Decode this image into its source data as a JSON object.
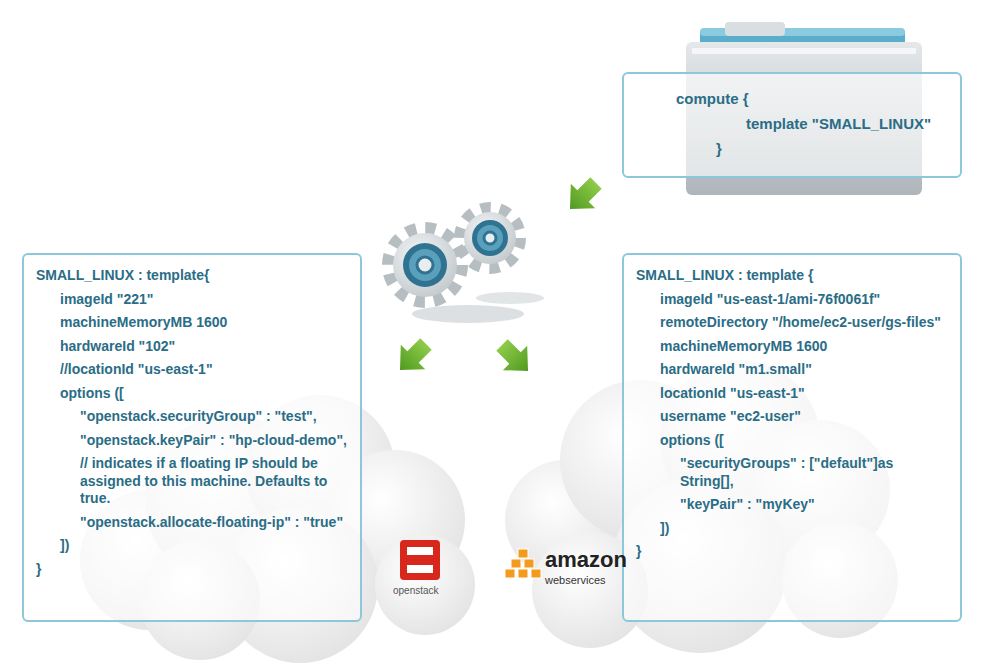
{
  "diagram": {
    "nodes": [
      {
        "text": [
          "compute {",
          "template \"SMALL_LINUX\"",
          "}"
        ]
      },
      {
        "text": [
          "SMALL_LINUX : template{",
          "imageId \"221\"",
          "machineMemoryMB 1600",
          "hardwareId \"102\"",
          "//locationId \"us-east-1\"",
          "options ([",
          "\"openstack.securityGroup\" : \"test\",",
          "\"openstack.keyPair\" : \"hp-cloud-demo\",",
          "// indicates if a floating IP should be assigned to this machine. Defaults to true.",
          "\"openstack.allocate-floating-ip\" : \"true\"",
          "])",
          "}"
        ]
      },
      {
        "text": [
          "SMALL_LINUX : template {",
          "imageId \"us-east-1/ami-76f0061f\"",
          "remoteDirectory \"/home/ec2-user/gs-files\"",
          "machineMemoryMB 1600",
          "hardwareId \"m1.small\"",
          "locationId \"us-east-1\"",
          "username \"ec2-user\"",
          "options ([",
          "\"securityGroups\" : [\"default\"]as String[],",
          "\"keyPair\" : \"myKey\"",
          "])",
          "}"
        ]
      }
    ],
    "labels": [
      "openstack",
      "amazon",
      "webservices"
    ]
  }
}
